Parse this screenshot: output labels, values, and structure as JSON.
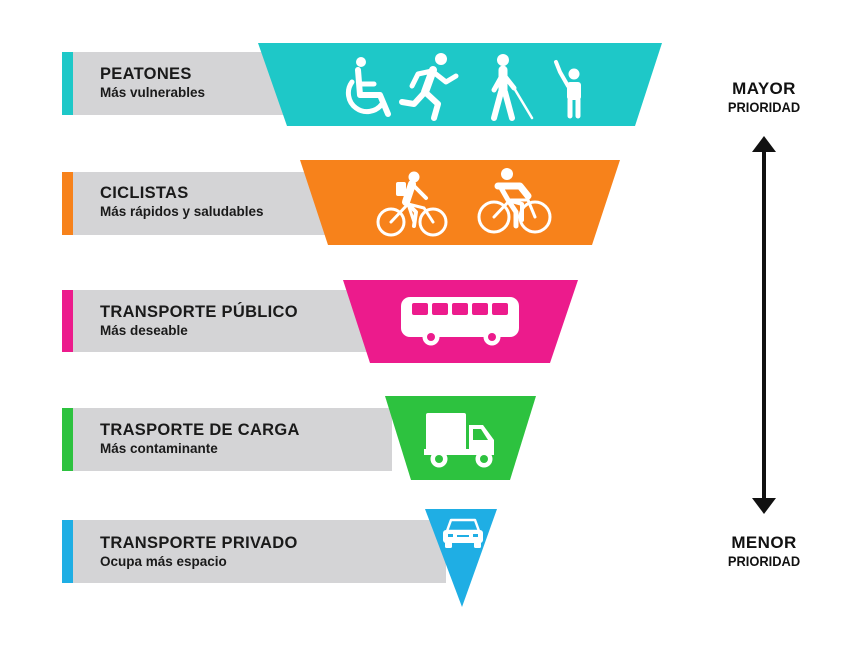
{
  "levels": [
    {
      "title": "PEATONES",
      "subtitle": "Más vulnerables",
      "color": "#1ec8c8"
    },
    {
      "title": "CICLISTAS",
      "subtitle": "Más rápidos y saludables",
      "color": "#f7821b"
    },
    {
      "title": "TRANSPORTE PÚBLICO",
      "subtitle": "Más deseable",
      "color": "#ec1b8c"
    },
    {
      "title": "TRASPORTE DE CARGA",
      "subtitle": "Más contaminante",
      "color": "#2dc23f"
    },
    {
      "title": "TRANSPORTE PRIVADO",
      "subtitle": "Ocupa más espacio",
      "color": "#1faee4"
    }
  ],
  "priority": {
    "top_line1": "MAYOR",
    "top_line2": "PRIORIDAD",
    "bottom_line1": "MENOR",
    "bottom_line2": "PRIORIDAD"
  },
  "icons": {
    "level0": [
      "wheelchair-icon",
      "runner-icon",
      "blind-pedestrian-icon",
      "child-waving-icon"
    ],
    "level1": [
      "mountain-cyclist-icon",
      "road-cyclist-icon"
    ],
    "level2": [
      "bus-icon"
    ],
    "level3": [
      "cargo-truck-icon"
    ],
    "level4": [
      "car-icon"
    ]
  },
  "label_bar_color": "#d4d4d6"
}
